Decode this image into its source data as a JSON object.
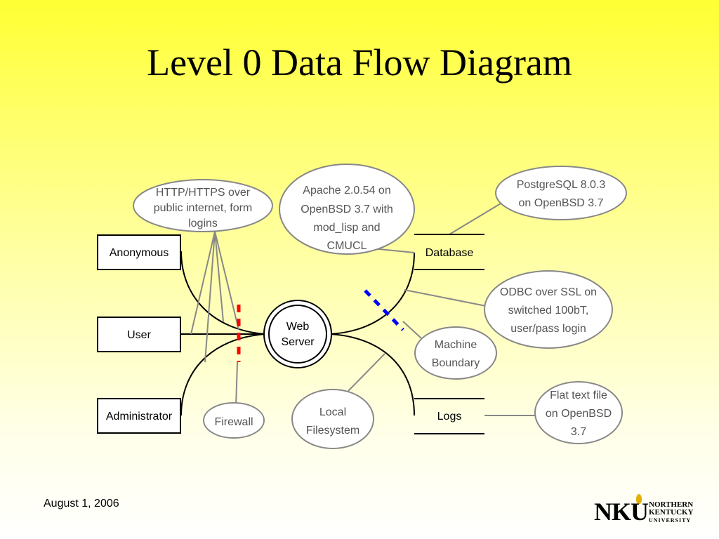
{
  "slide": {
    "title": "Level 0 Data Flow Diagram",
    "date": "August 1, 2006"
  },
  "entities": {
    "anonymous": "Anonymous",
    "user": "User",
    "administrator": "Administrator"
  },
  "process": {
    "line1": "Web",
    "line2": "Server"
  },
  "stores": {
    "database": "Database",
    "logs": "Logs"
  },
  "notes": {
    "http": [
      "HTTP/HTTPS over",
      "public internet, form",
      "logins"
    ],
    "apache": [
      "Apache 2.0.54 on",
      "OpenBSD 3.7 with",
      "mod_lisp and",
      "CMUCL"
    ],
    "postgres": [
      "PostgreSQL 8.0.3",
      "on OpenBSD 3.7"
    ],
    "odbc": [
      "ODBC over SSL on",
      "switched 100bT,",
      "user/pass login"
    ],
    "machine": [
      "Machine",
      "Boundary"
    ],
    "firewall": [
      "Firewall"
    ],
    "local_fs": [
      "Local",
      "Filesystem"
    ],
    "flat_file": [
      "Flat text file",
      "on OpenBSD",
      "3.7"
    ]
  },
  "logo": {
    "mark": "NKU",
    "lines": [
      "NORTHERN",
      "KENTUCKY",
      "UNIVERSITY"
    ]
  },
  "colors": {
    "firewall_boundary": "#ff0000",
    "machine_boundary": "#0000ff",
    "note_stroke": "#888888"
  }
}
